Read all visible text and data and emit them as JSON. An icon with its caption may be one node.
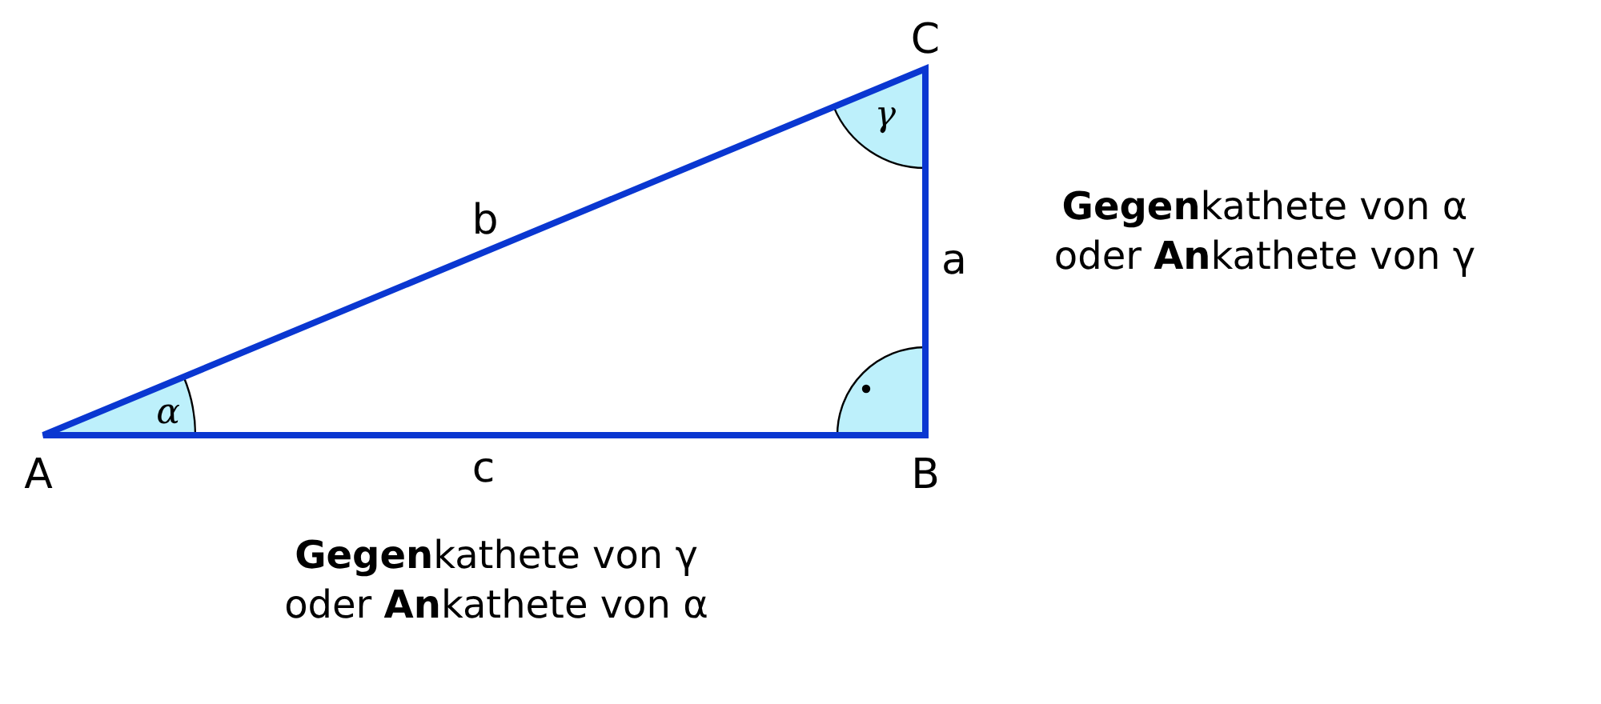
{
  "diagram": {
    "labels": [
      "C",
      "γ",
      "b",
      "a",
      "α",
      "A",
      "c",
      "B",
      "**Gegen**kathete von α oder **An**kathete von γ",
      "**Gegen**kathete von γ oder **An**kathete von α"
    ]
  }
}
